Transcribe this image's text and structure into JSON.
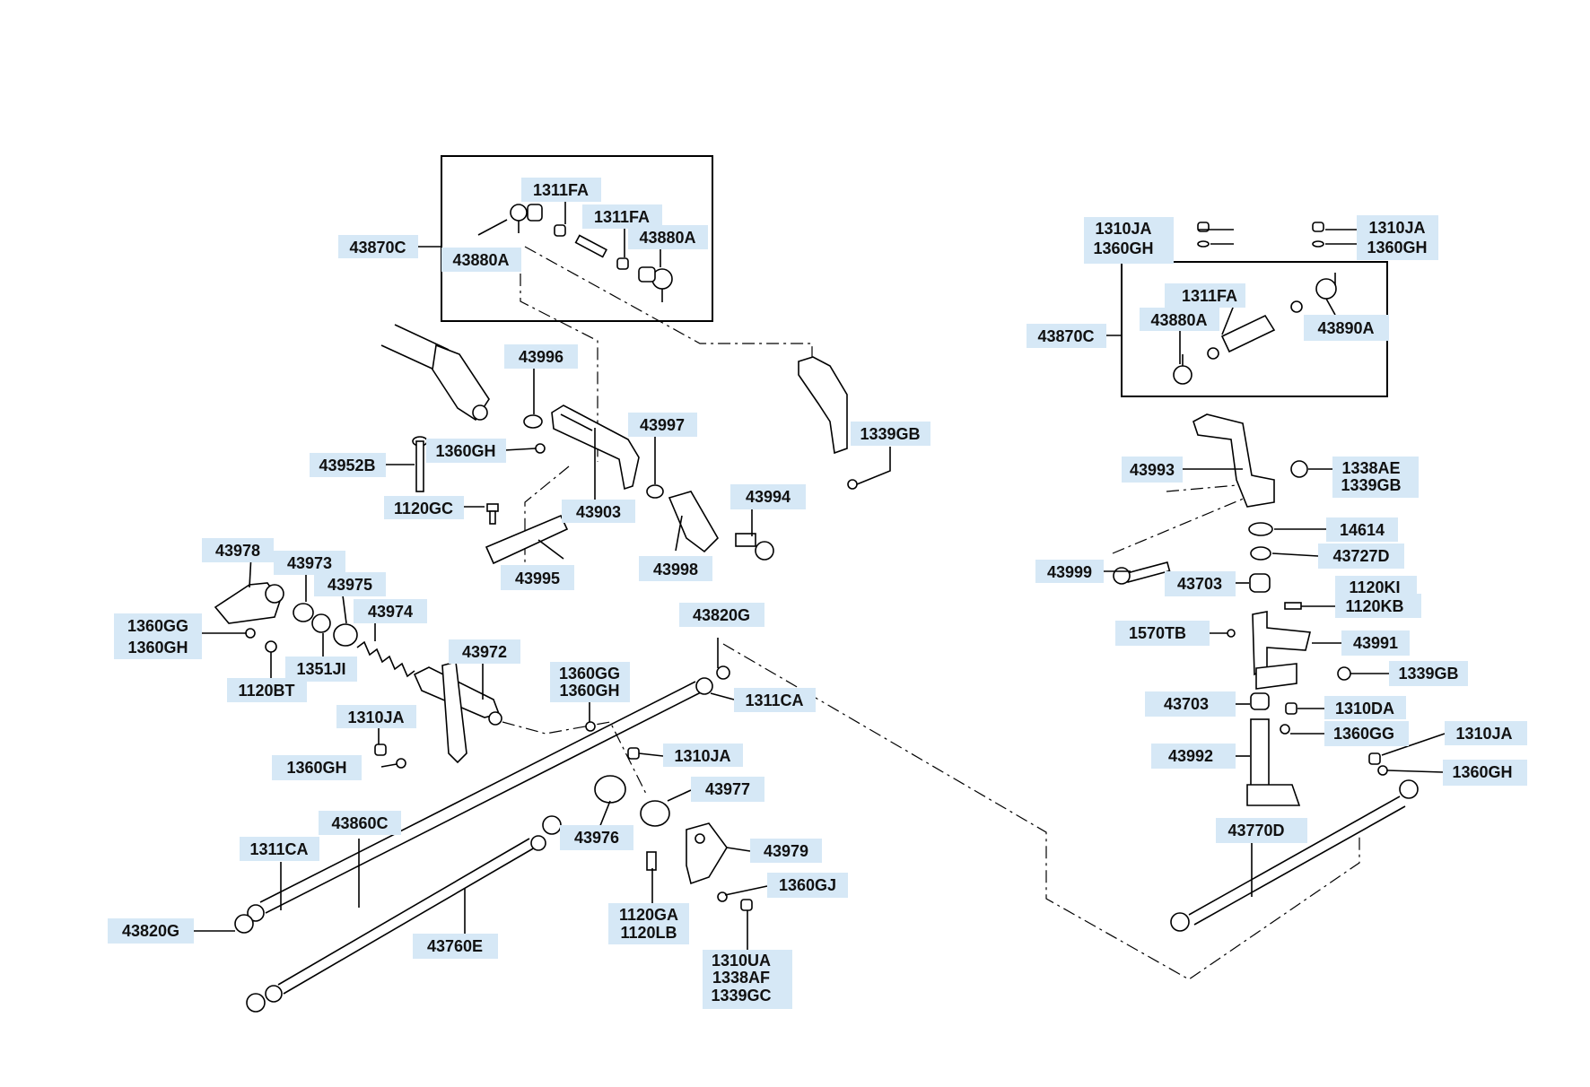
{
  "labels": {
    "l43870C_a": "43870C",
    "l1311FA_a": "1311FA",
    "l1311FA_b": "1311FA",
    "l43880A_a": "43880A",
    "l43880A_b": "43880A",
    "l43996": "43996",
    "l1360GH_a": "1360GH",
    "l43952B": "43952B",
    "l43997": "43997",
    "l1339GB_a": "1339GB",
    "l1120GC": "1120GC",
    "l43903": "43903",
    "l43994": "43994",
    "l43995": "43995",
    "l43998": "43998",
    "l43978": "43978",
    "l43973": "43973",
    "l43975": "43975",
    "l43974": "43974",
    "l1360GG_a": "1360GG",
    "l1360GH_b": "1360GH",
    "l1351JI": "1351JI",
    "l1120BT": "1120BT",
    "l43972": "43972",
    "l1310JA_a": "1310JA",
    "l1360GG_b": "1360GG",
    "l1360GH_c": "1360GH",
    "l43820G_a": "43820G",
    "l1311CA_a": "1311CA",
    "l1360GH_d": "1360GH",
    "l1310JA_b": "1310JA",
    "l43977": "43977",
    "l43860C": "43860C",
    "l1311CA_b": "1311CA",
    "l43976": "43976",
    "l43979": "43979",
    "l1360GJ": "1360GJ",
    "l43820G_b": "43820G",
    "l43760E": "43760E",
    "l1120GA": "1120GA",
    "l1120LB": "1120LB",
    "l1310UA": "1310UA",
    "l1338AF": "1338AF",
    "l1339GC": "1339GC",
    "l1310JA_c": "1310JA",
    "l1360GH_e": "1360GH",
    "l1310JA_d": "1310JA",
    "l1360GH_f": "1360GH",
    "l1311FA_c": "1311FA",
    "l43870C_b": "43870C",
    "l43880A_c": "43880A",
    "l43890A": "43890A",
    "l43993": "43993",
    "l1338AE": "1338AE",
    "l1339GB_b": "1339GB",
    "l14614": "14614",
    "l43999": "43999",
    "l43727D": "43727D",
    "l43703_a": "43703",
    "l1120KI": "1120KI",
    "l1120KB": "1120KB",
    "l1570TB": "1570TB",
    "l43991": "43991",
    "l1339GB_c": "1339GB",
    "l43703_b": "43703",
    "l1310DA": "1310DA",
    "l43992": "43992",
    "l1360GG_c": "1360GG",
    "l1310JA_e": "1310JA",
    "l1360GH_g": "1360GH",
    "l43770D": "43770D"
  }
}
